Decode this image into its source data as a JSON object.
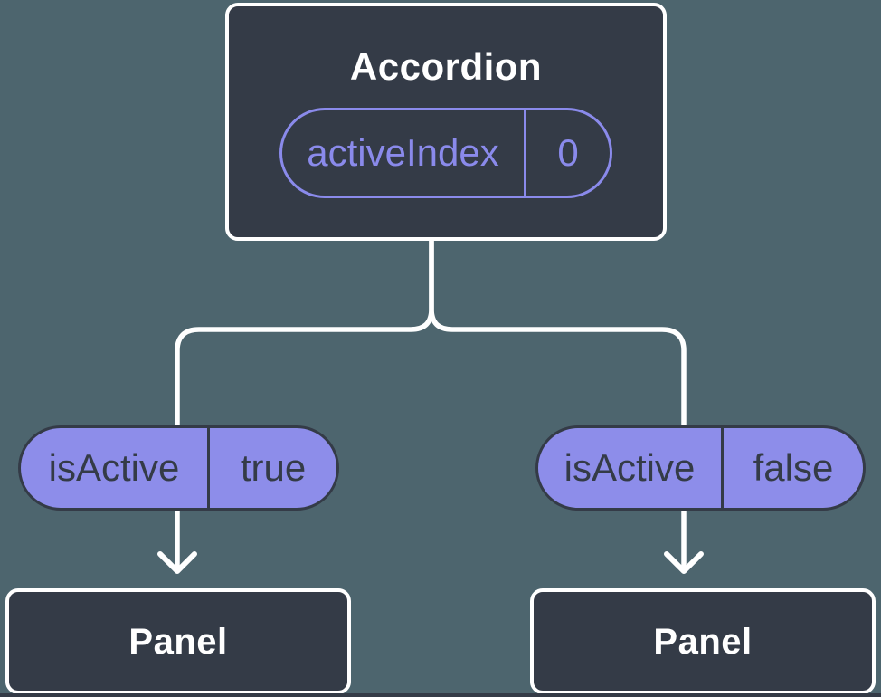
{
  "colors": {
    "background": "#4D656E",
    "node_fill": "#343B47",
    "node_border": "#FFFFFF",
    "connector": "#FFFFFF",
    "pill_fill": "#8D8DEA",
    "accent_purple": "#8A8AEB",
    "pill_dark_text": "#343B47"
  },
  "root_node": {
    "label": "Accordion",
    "state_pill": {
      "name": "activeIndex",
      "value": "0"
    }
  },
  "children": [
    {
      "prop_pill": {
        "name": "isActive",
        "value": "true"
      },
      "node_label": "Panel"
    },
    {
      "prop_pill": {
        "name": "isActive",
        "value": "false"
      },
      "node_label": "Panel"
    }
  ]
}
